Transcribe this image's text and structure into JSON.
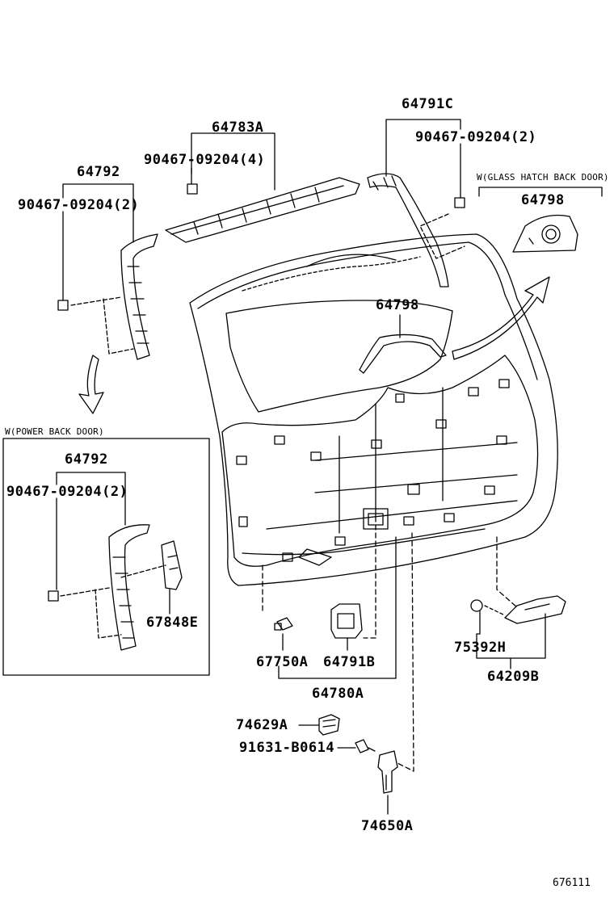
{
  "labels": {
    "p64783A": "64783A",
    "p90467_4": "90467-09204(4)",
    "p64791C": "64791C",
    "p90467_c2": "90467-09204(2)",
    "p64792_top": "64792",
    "p90467_l2": "90467-09204(2)",
    "note_glass": "W(GLASS HATCH BACK DOOR)",
    "p64798_right": "64798",
    "p64798_center": "64798",
    "note_power": "W(POWER BACK DOOR)",
    "p64792_box": "64792",
    "p90467_box2": "90467-09204(2)",
    "p67848E": "67848E",
    "p75392H": "75392H",
    "p64209B": "64209B",
    "p67750A": "67750A",
    "p64791B": "64791B",
    "p64780A": "64780A",
    "p74629A": "74629A",
    "p91631": "91631-B0614",
    "p74650A": "74650A",
    "ref": "676111"
  }
}
